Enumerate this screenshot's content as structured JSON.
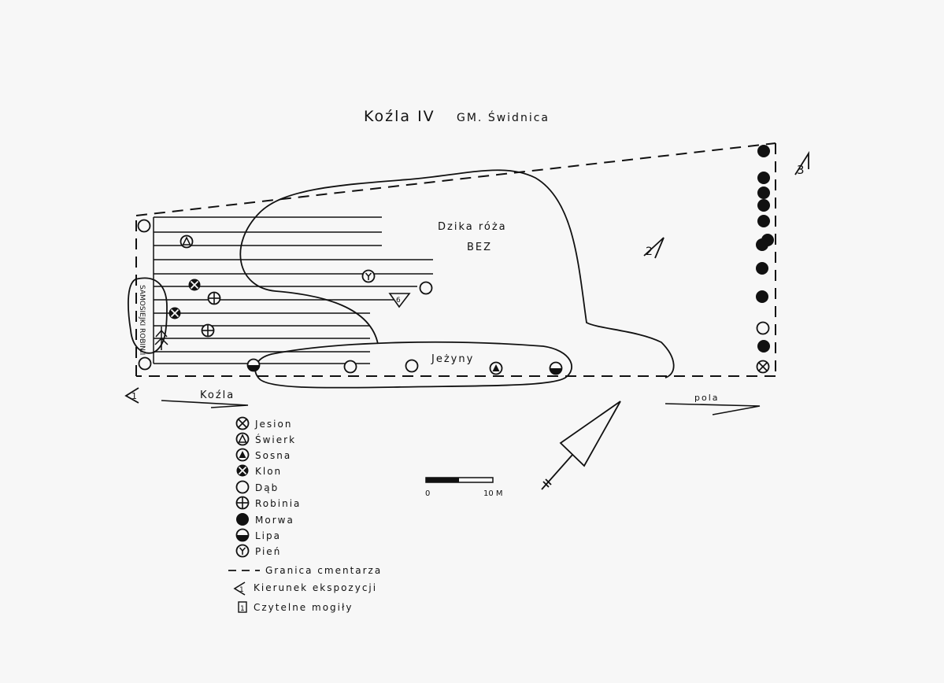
{
  "title": {
    "place": "Koźla IV",
    "commune": "GM. Świdnica"
  },
  "map_labels": {
    "wild_rose": "Dzika róża",
    "elder": "BEZ",
    "blackberries": "Jeżyny",
    "self_seeded": "SAMOSIEJKI ROBINII",
    "road_kozla": "Koźla",
    "road_pola": "pola",
    "scale_start": "0",
    "scale_end": "10 M"
  },
  "exposure_directions": [
    "1",
    "2",
    "3"
  ],
  "readable_grave": "6",
  "legend": [
    {
      "symbol": "jesion-icon",
      "label": "Jesion"
    },
    {
      "symbol": "swierk-icon",
      "label": "Świerk"
    },
    {
      "symbol": "sosna-icon",
      "label": "Sosna"
    },
    {
      "symbol": "klon-icon",
      "label": "Klon"
    },
    {
      "symbol": "dab-icon",
      "label": "Dąb"
    },
    {
      "symbol": "robinia-icon",
      "label": "Robinia"
    },
    {
      "symbol": "morwa-icon",
      "label": "Morwa"
    },
    {
      "symbol": "lipa-icon",
      "label": "Lipa"
    },
    {
      "symbol": "pien-icon",
      "label": "Pień"
    }
  ],
  "legend_lines": {
    "boundary": "Granica cmentarza",
    "direction": "Kierunek ekspozycji",
    "graves": "Czytelne mogiły"
  },
  "colors": {
    "paper": "#f7f7f7",
    "ink": "#111111"
  }
}
